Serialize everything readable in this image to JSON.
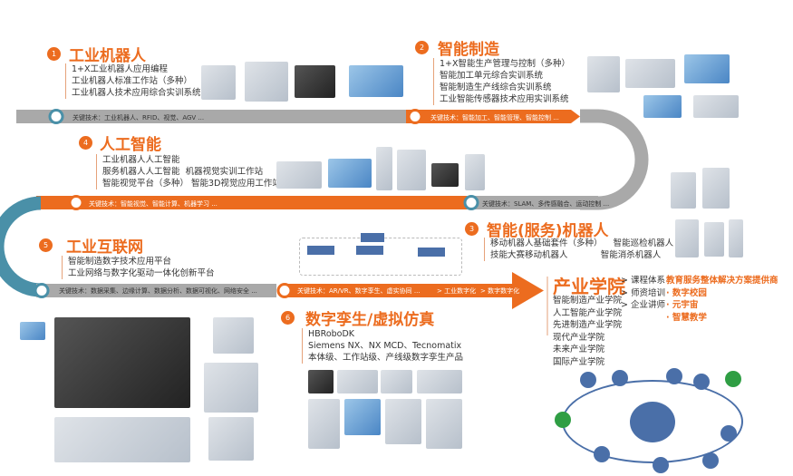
{
  "sections": [
    {
      "num": "1",
      "title": "工业机器人",
      "items": [
        "1+X工业机器人应用编程",
        "工业机器人标准工作站（多种）",
        "工业机器人技术应用综合实训系统"
      ],
      "key_tech": "关键技术：工业机器人、RFID、视觉、AGV ..."
    },
    {
      "num": "2",
      "title": "智能制造",
      "items": [
        "1+X智能生产管理与控制（多种）",
        "智能加工单元综合实训系统",
        "智能制造生产线综合实训系统",
        "工业智能传感器技术应用实训系统"
      ],
      "key_tech": "关键技术：智能加工、智能管理、智能控制 ..."
    },
    {
      "num": "3",
      "title": "智能(服务)机器人",
      "items": [
        "移动机器人基础套件（多种）",
        "技能大赛移动机器人",
        "智能巡检机器人",
        "智能消杀机器人"
      ],
      "key_tech": "关键技术：SLAM、多传感融合、运动控制 ..."
    },
    {
      "num": "4",
      "title": "人工智能",
      "items": [
        "工业机器人人工智能",
        "服务机器人人工智能",
        "智能视觉平台（多种）",
        "机器视觉实训工作站",
        "智能3D视觉应用工作站"
      ],
      "key_tech": "关键技术：智能视觉、智能计算、机器学习 ..."
    },
    {
      "num": "5",
      "title": "工业互联网",
      "items": [
        "智能制造数字技术应用平台",
        "工业网络与数字化驱动一体化创新平台"
      ],
      "key_tech": "关键技术：数据采集、边缘计算、数据分析、数据可视化、网络安全 ..."
    },
    {
      "num": "6",
      "title": "数字孪生/虚拟仿真",
      "items": [
        "HBRoboDK",
        "Siemens NX、NX MCD、Tecnomatix",
        "本体级、工作站级、产线级数字孪生产品"
      ],
      "key_tech": "关键技术：AR/VR、数字孪生、虚实协同 ...",
      "arrow_tags": [
        "> 工业数字化",
        "> 数字数字化"
      ]
    }
  ],
  "academy": {
    "title": "产业学院",
    "colleges": [
      "智能制造产业学院",
      "人工智能产业学院",
      "先进制造产业学院",
      "现代产业学院",
      "未来产业学院",
      "国际产业学院"
    ],
    "services": [
      "> 课程体系",
      "> 师资培训",
      "> 企业讲师"
    ],
    "solution_title": "教育服务整体解决方案提供商",
    "solutions": [
      "· 数字校园",
      "· 元宇宙",
      "· 智慧教学"
    ]
  },
  "colors": {
    "orange": "#ec6c1f",
    "gray": "#a9a9a9",
    "teal": "#4a90a8"
  }
}
